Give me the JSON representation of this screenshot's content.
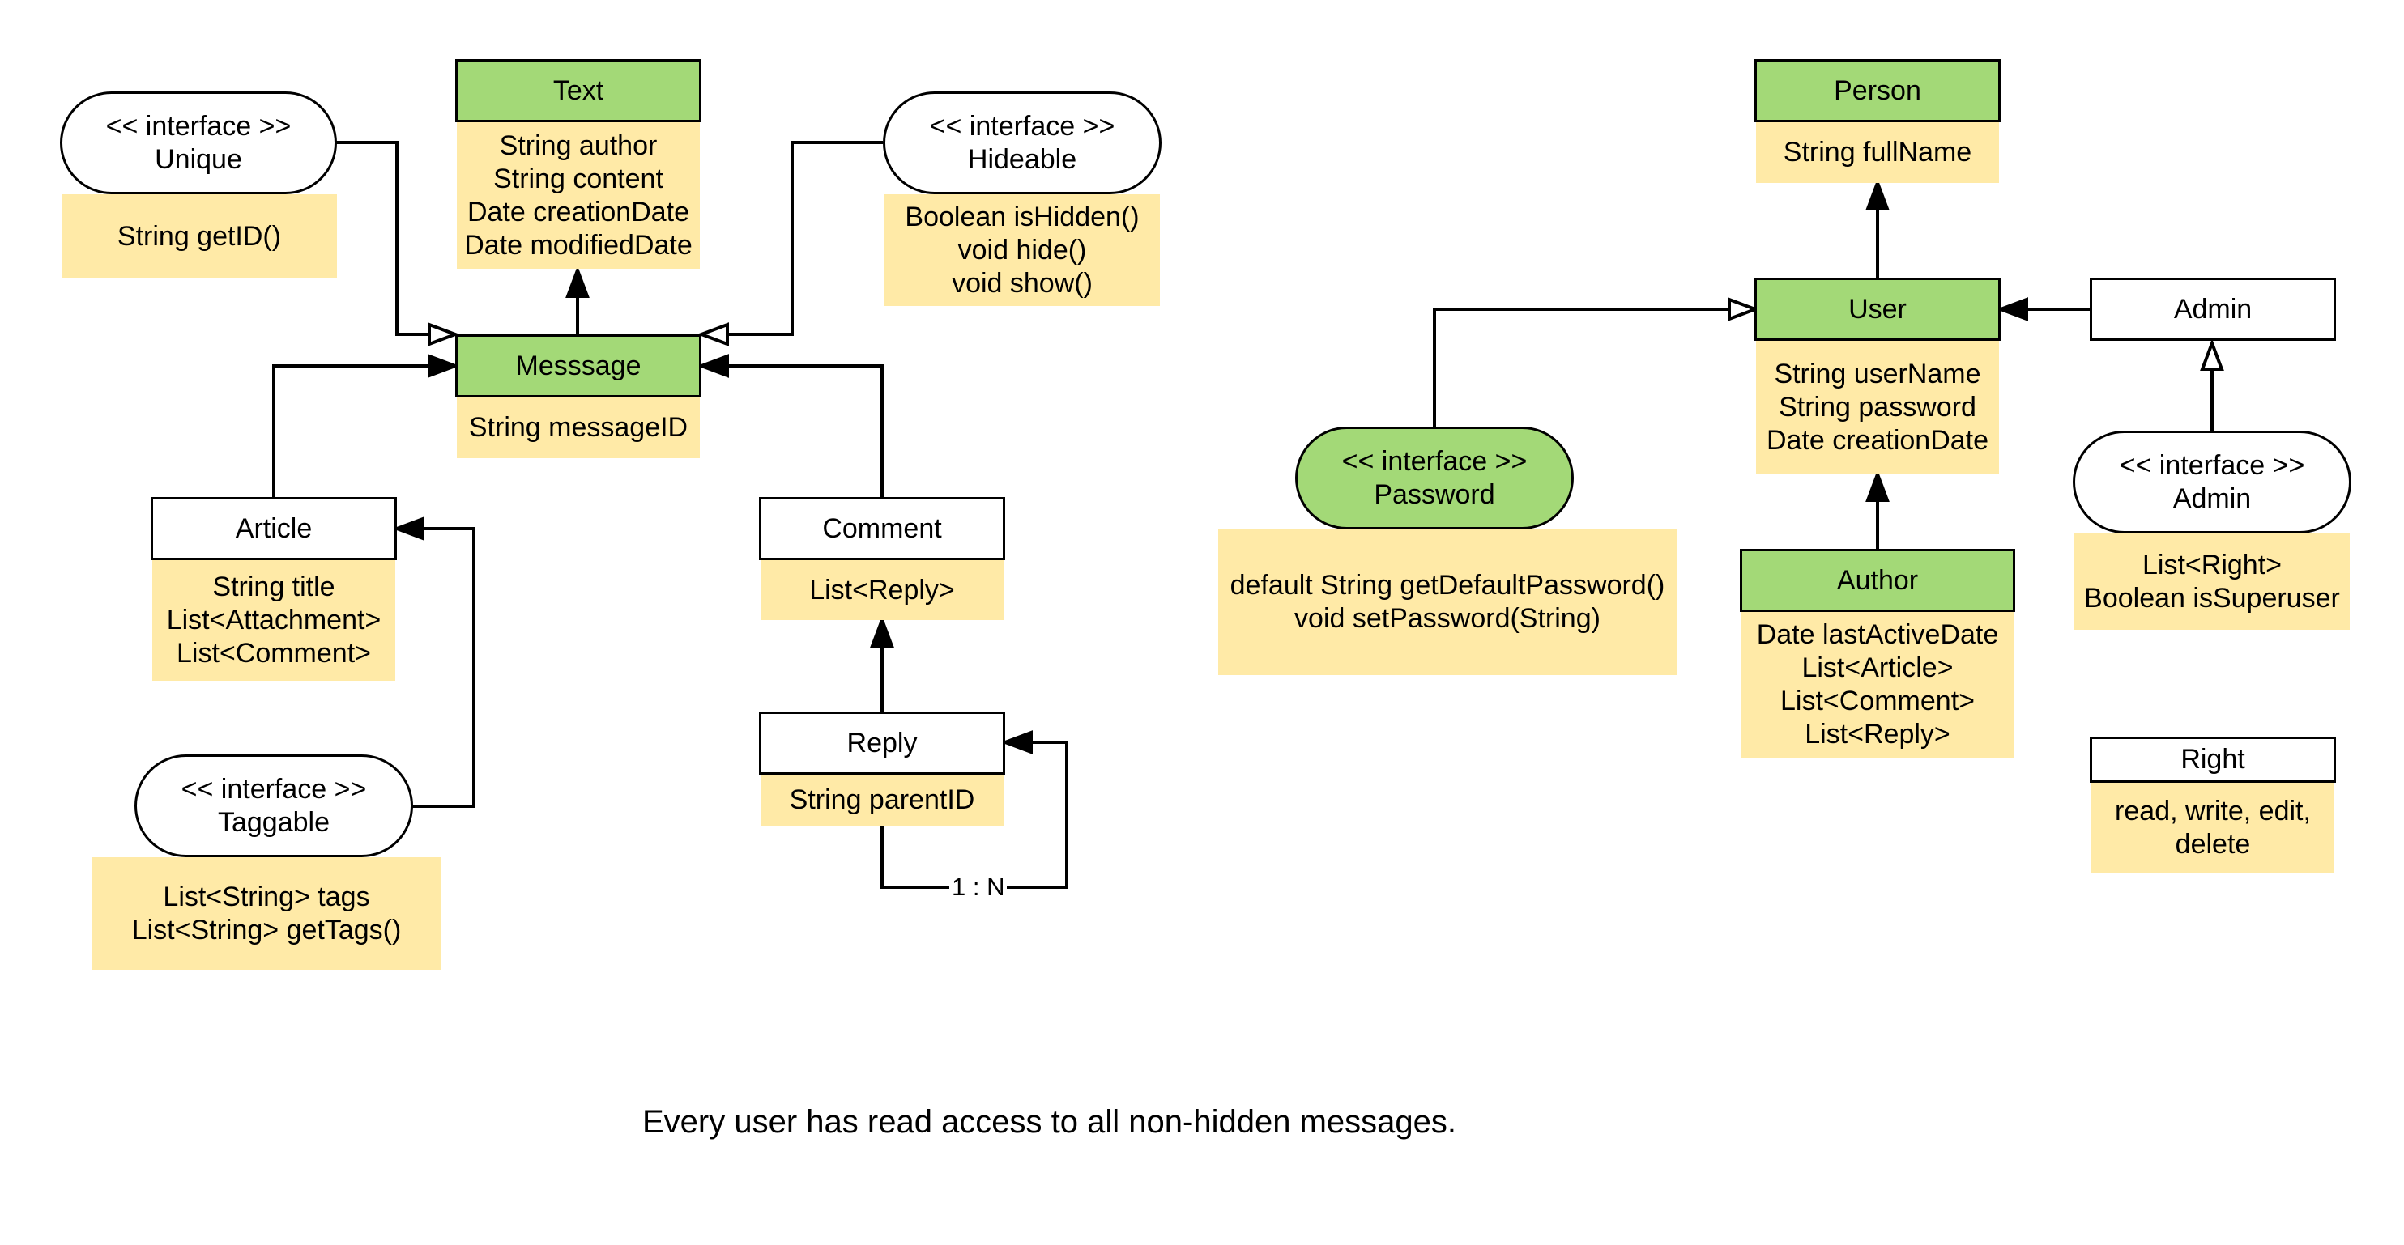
{
  "classes": {
    "text": {
      "name": "Text",
      "members": [
        "String author",
        "String content",
        "Date creationDate",
        "Date modifiedDate"
      ]
    },
    "message": {
      "name": "Messsage",
      "members": [
        "String messageID"
      ]
    },
    "article": {
      "name": "Article",
      "members": [
        "String title",
        "List<Attachment>",
        "List<Comment>"
      ]
    },
    "comment": {
      "name": "Comment",
      "members": [
        "List<Reply>"
      ]
    },
    "reply": {
      "name": "Reply",
      "members": [
        "String parentID"
      ]
    },
    "person": {
      "name": "Person",
      "members": [
        "String fullName"
      ]
    },
    "user": {
      "name": "User",
      "members": [
        "String userName",
        "String password",
        "Date creationDate"
      ]
    },
    "admin": {
      "name": "Admin",
      "members": []
    },
    "author": {
      "name": "Author",
      "members": [
        "Date lastActiveDate",
        "List<Article>",
        "List<Comment>",
        "List<Reply>"
      ]
    },
    "right": {
      "name": "Right",
      "members": [
        "read, write, edit,",
        "delete"
      ]
    }
  },
  "interfaces": {
    "unique": {
      "stereotype": "<< interface >>",
      "name": "Unique",
      "members": [
        "String getID()"
      ]
    },
    "hideable": {
      "stereotype": "<< interface >>",
      "name": "Hideable",
      "members": [
        "Boolean isHidden()",
        "void hide()",
        "void show()"
      ]
    },
    "taggable": {
      "stereotype": "<< interface >>",
      "name": "Taggable",
      "members": [
        "List<String> tags",
        "List<String> getTags()"
      ]
    },
    "password": {
      "stereotype": "<< interface >>",
      "name": "Password",
      "members": [
        "default String getDefaultPassword()",
        "void setPassword(String)"
      ]
    },
    "admin_if": {
      "stereotype": "<< interface >>",
      "name": "Admin",
      "members": [
        "List<Right>",
        "Boolean isSuperuser"
      ]
    }
  },
  "relations": {
    "reply_self_multiplicity": "1 : N"
  },
  "note": "Every user has read access to all non-hidden messages.",
  "colors": {
    "class_header": "#a3d977",
    "member_body": "#ffeaa7",
    "line": "#000000"
  }
}
